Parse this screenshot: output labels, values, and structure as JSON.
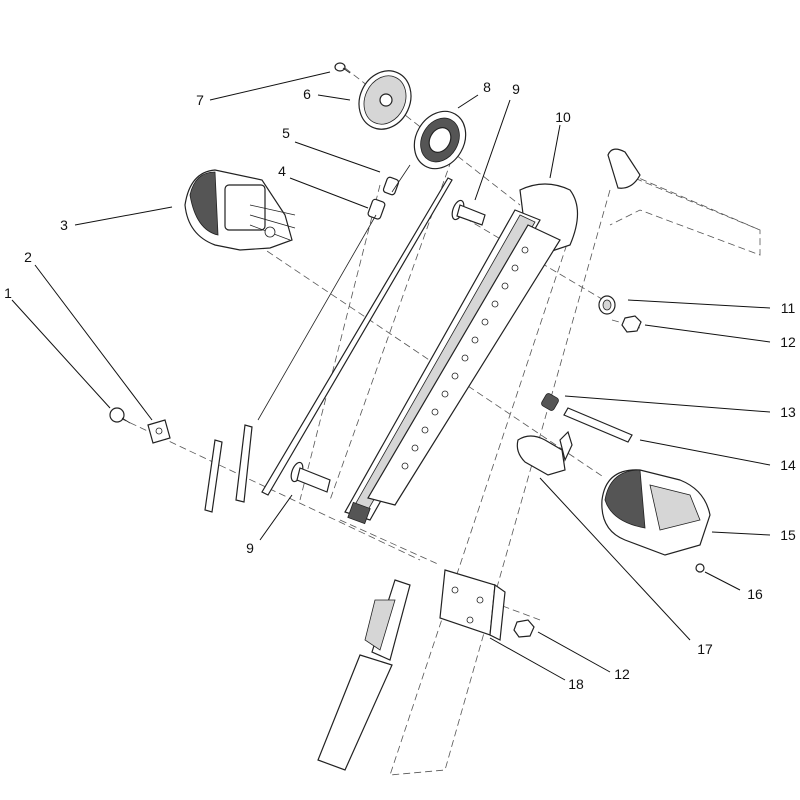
{
  "callouts": [
    {
      "id": "c1",
      "label": "1"
    },
    {
      "id": "c2",
      "label": "2"
    },
    {
      "id": "c3",
      "label": "3"
    },
    {
      "id": "c4",
      "label": "4"
    },
    {
      "id": "c5",
      "label": "5"
    },
    {
      "id": "c6",
      "label": "6"
    },
    {
      "id": "c7",
      "label": "7"
    },
    {
      "id": "c8",
      "label": "8"
    },
    {
      "id": "c9a",
      "label": "9"
    },
    {
      "id": "c9b",
      "label": "9"
    },
    {
      "id": "c10",
      "label": "10"
    },
    {
      "id": "c11",
      "label": "11"
    },
    {
      "id": "c12a",
      "label": "12"
    },
    {
      "id": "c12b",
      "label": "12"
    },
    {
      "id": "c13",
      "label": "13"
    },
    {
      "id": "c14",
      "label": "14"
    },
    {
      "id": "c15",
      "label": "15"
    },
    {
      "id": "c16",
      "label": "16"
    },
    {
      "id": "c17",
      "label": "17"
    },
    {
      "id": "c18",
      "label": "18"
    }
  ],
  "colors": {
    "line": "#111111",
    "shade": "#d6d6d6",
    "background": "#ffffff"
  }
}
